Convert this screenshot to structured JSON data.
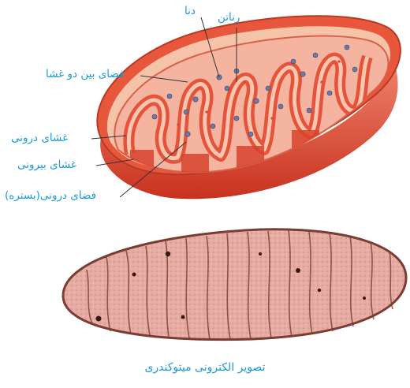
{
  "labels": {
    "dna": "دنا",
    "ribosome": "رناتن",
    "intermembrane_space": "فضای بین دو غشا",
    "inner_membrane": "غشای درونی",
    "outer_membrane": "غشای بیرونی",
    "matrix": "فضای درونی(بستره)"
  },
  "caption": "تصویر الکترونی میتوکندری",
  "colors": {
    "label": "#1c9ad6",
    "outer_membrane": "#e8573c",
    "intermembrane": "#f5c3a8",
    "cristae": "#e4533a",
    "matrix": "#f4b4a0",
    "micrograph_bg": "#e2a8a0",
    "micrograph_lines": "#7a3d33"
  }
}
